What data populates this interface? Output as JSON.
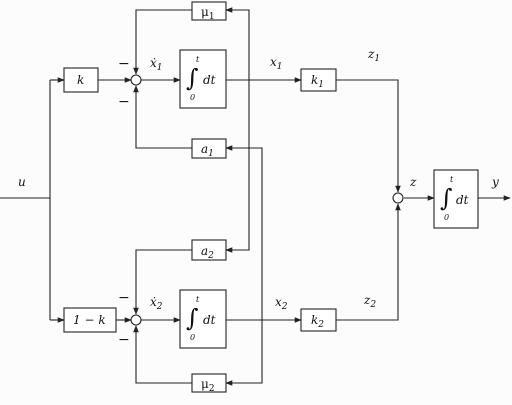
{
  "diagram": {
    "input": "u",
    "output": "y",
    "minus_sign": "−",
    "gains": {
      "k": "k",
      "one_minus_k": "1 − k",
      "k1": "k",
      "k1_sub": "1",
      "k2": "k",
      "k2_sub": "2",
      "mu1": "μ",
      "mu1_sub": "1",
      "mu2": "μ",
      "mu2_sub": "2",
      "a1": "a",
      "a1_sub": "1",
      "a2": "a",
      "a2_sub": "2"
    },
    "signals": {
      "xdot1": "ẋ",
      "xdot1_sub": "1",
      "xdot2": "ẋ",
      "xdot2_sub": "2",
      "x1": "x",
      "x1_sub": "1",
      "x2": "x",
      "x2_sub": "2",
      "z1": "z",
      "z1_sub": "1",
      "z2": "z",
      "z2_sub": "2",
      "z": "z"
    },
    "integrator": {
      "symbol": "∫",
      "upper": "t",
      "lower": "0",
      "dt": "dt"
    }
  }
}
